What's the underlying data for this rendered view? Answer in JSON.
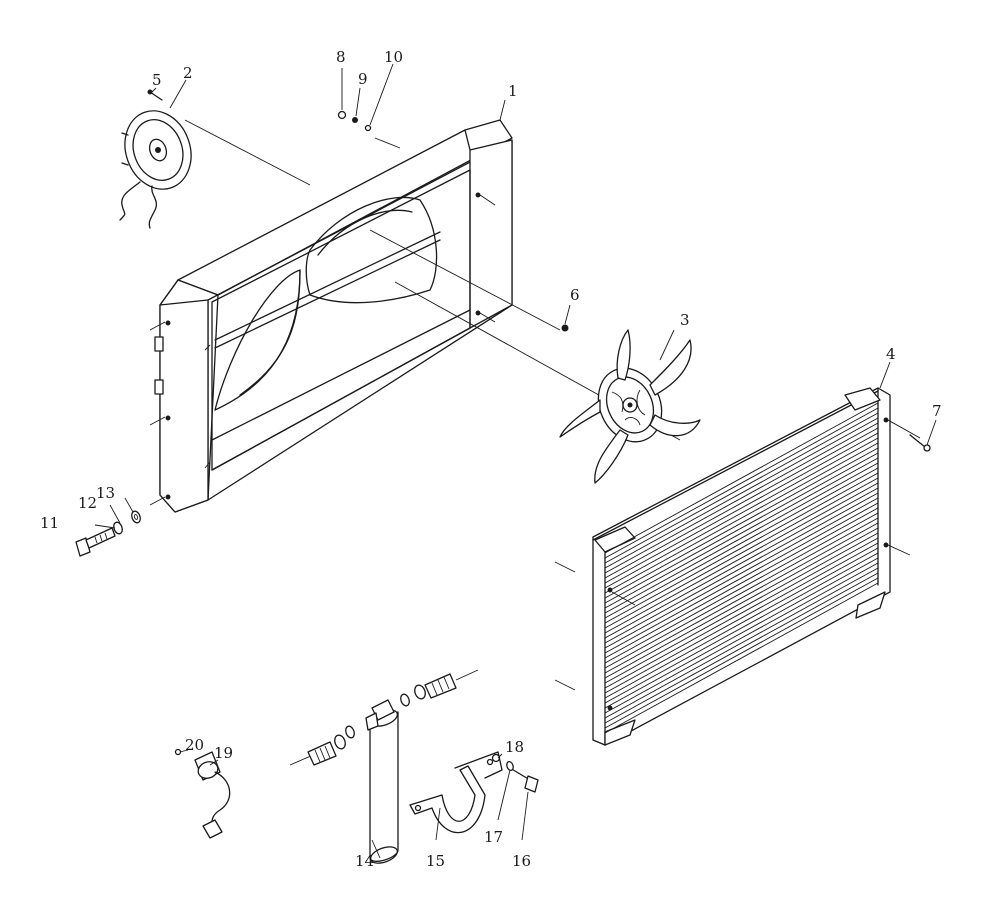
{
  "callouts": [
    {
      "id": "1",
      "text": "1"
    },
    {
      "id": "2",
      "text": "2"
    },
    {
      "id": "3",
      "text": "3"
    },
    {
      "id": "4",
      "text": "4"
    },
    {
      "id": "5",
      "text": "5"
    },
    {
      "id": "6",
      "text": "6"
    },
    {
      "id": "7",
      "text": "7"
    },
    {
      "id": "8",
      "text": "8"
    },
    {
      "id": "9",
      "text": "9"
    },
    {
      "id": "10",
      "text": "10"
    },
    {
      "id": "11",
      "text": "11"
    },
    {
      "id": "12",
      "text": "12"
    },
    {
      "id": "13",
      "text": "13"
    },
    {
      "id": "14",
      "text": "14"
    },
    {
      "id": "15",
      "text": "15"
    },
    {
      "id": "16",
      "text": "16"
    },
    {
      "id": "17",
      "text": "17"
    },
    {
      "id": "18",
      "text": "18"
    },
    {
      "id": "19",
      "text": "19"
    },
    {
      "id": "20",
      "text": "20"
    }
  ],
  "colors": {
    "ink": "#1a1a1a",
    "background": "#ffffff"
  }
}
